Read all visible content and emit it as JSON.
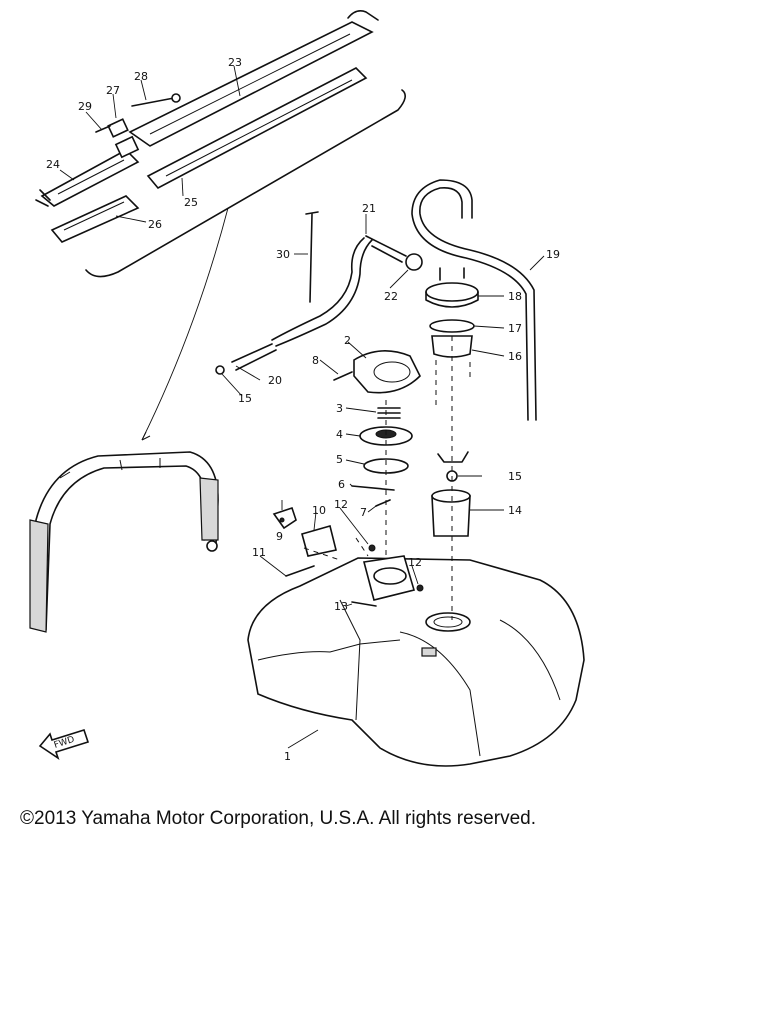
{
  "callouts": [
    "1",
    "2",
    "3",
    "4",
    "5",
    "6",
    "7",
    "8",
    "9",
    "10",
    "11",
    "12",
    "12",
    "13",
    "14",
    "15",
    "15",
    "16",
    "17",
    "18",
    "19",
    "20",
    "21",
    "22",
    "23",
    "24",
    "25",
    "26",
    "27",
    "28",
    "29",
    "30"
  ],
  "fwd_label": "FWD",
  "copyright": "©2013 Yamaha Motor Corporation, U.S.A. All rights reserved."
}
